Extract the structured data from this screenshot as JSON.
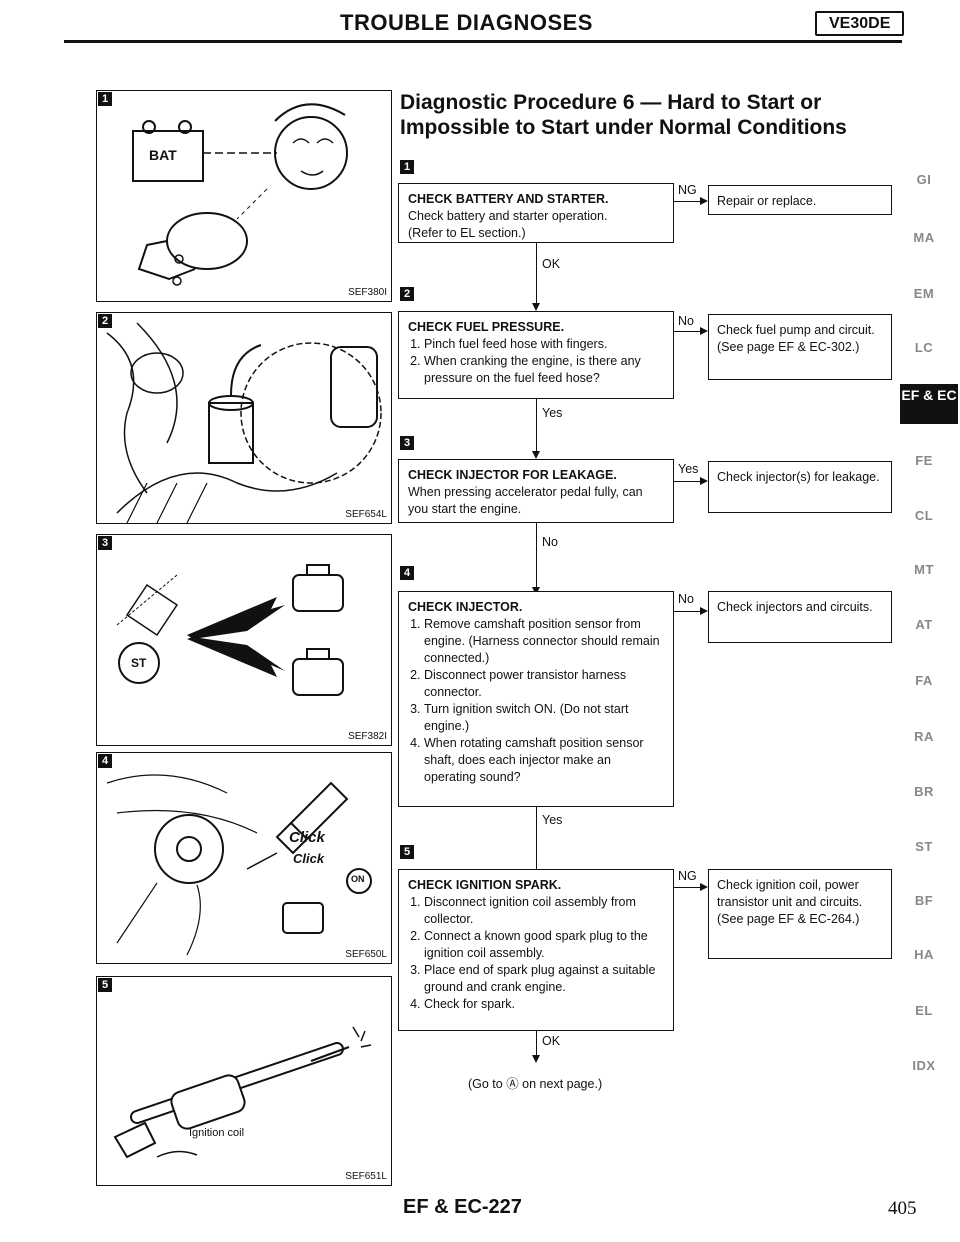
{
  "header": {
    "title": "TROUBLE DIAGNOSES",
    "engine_code": "VE30DE"
  },
  "procedure_title": "Diagnostic Procedure 6 — Hard to Start or Impossible to Start under Normal Conditions",
  "illustrations": [
    {
      "marker": "1",
      "code": "SEF380I",
      "labels": [
        "BAT"
      ]
    },
    {
      "marker": "2",
      "code": "SEF654L",
      "labels": []
    },
    {
      "marker": "3",
      "code": "SEF382I",
      "labels": [
        "ST"
      ]
    },
    {
      "marker": "4",
      "code": "SEF650L",
      "labels": [
        "Click",
        "Click",
        "ON"
      ]
    },
    {
      "marker": "5",
      "code": "SEF651L",
      "labels": [
        "Ignition coil"
      ]
    }
  ],
  "steps": [
    {
      "marker": "1",
      "title": "CHECK BATTERY AND STARTER.",
      "lines": [
        "Check battery and starter operation.",
        "(Refer to EL section.)"
      ],
      "items": [],
      "fail_label": "NG",
      "fail_action": "Repair or replace.",
      "pass_label": "OK"
    },
    {
      "marker": "2",
      "title": "CHECK FUEL PRESSURE.",
      "lines": [],
      "items": [
        "Pinch fuel feed hose with fingers.",
        "When cranking the engine, is there any pressure on the fuel feed hose?"
      ],
      "fail_label": "No",
      "fail_action": "Check fuel pump and circuit. (See page EF & EC-302.)",
      "pass_label": "Yes"
    },
    {
      "marker": "3",
      "title": "CHECK INJECTOR FOR LEAKAGE.",
      "lines": [
        "When pressing accelerator pedal fully, can you start the engine."
      ],
      "items": [],
      "fail_label": "Yes",
      "fail_action": "Check injector(s) for leakage.",
      "pass_label": "No"
    },
    {
      "marker": "4",
      "title": "CHECK INJECTOR.",
      "lines": [],
      "items": [
        "Remove camshaft position sensor from engine. (Harness connector should remain connected.)",
        "Disconnect power transistor harness connector.",
        "Turn ignition switch ON. (Do not start engine.)",
        "When rotating camshaft position sensor shaft, does each injector make an operating sound?"
      ],
      "fail_label": "No",
      "fail_action": "Check injectors and circuits.",
      "pass_label": "Yes"
    },
    {
      "marker": "5",
      "title": "CHECK IGNITION SPARK.",
      "lines": [],
      "items": [
        "Disconnect ignition coil assembly from collector.",
        "Connect a known good spark plug to the ignition coil assembly.",
        "Place end of spark plug against a suitable ground and crank engine.",
        "Check for spark."
      ],
      "fail_label": "NG",
      "fail_action": "Check ignition coil, power transistor unit and circuits. (See page EF & EC-264.)",
      "pass_label": "OK"
    }
  ],
  "continue_note": "(Go to Ⓐ on next page.)",
  "side_tabs": [
    "GI",
    "MA",
    "EM",
    "LC",
    "EF & EC",
    "FE",
    "CL",
    "MT",
    "AT",
    "FA",
    "RA",
    "BR",
    "ST",
    "BF",
    "HA",
    "EL",
    "IDX"
  ],
  "active_tab": "EF & EC",
  "footer": {
    "section_page": "EF & EC-227",
    "page_number": "405"
  }
}
